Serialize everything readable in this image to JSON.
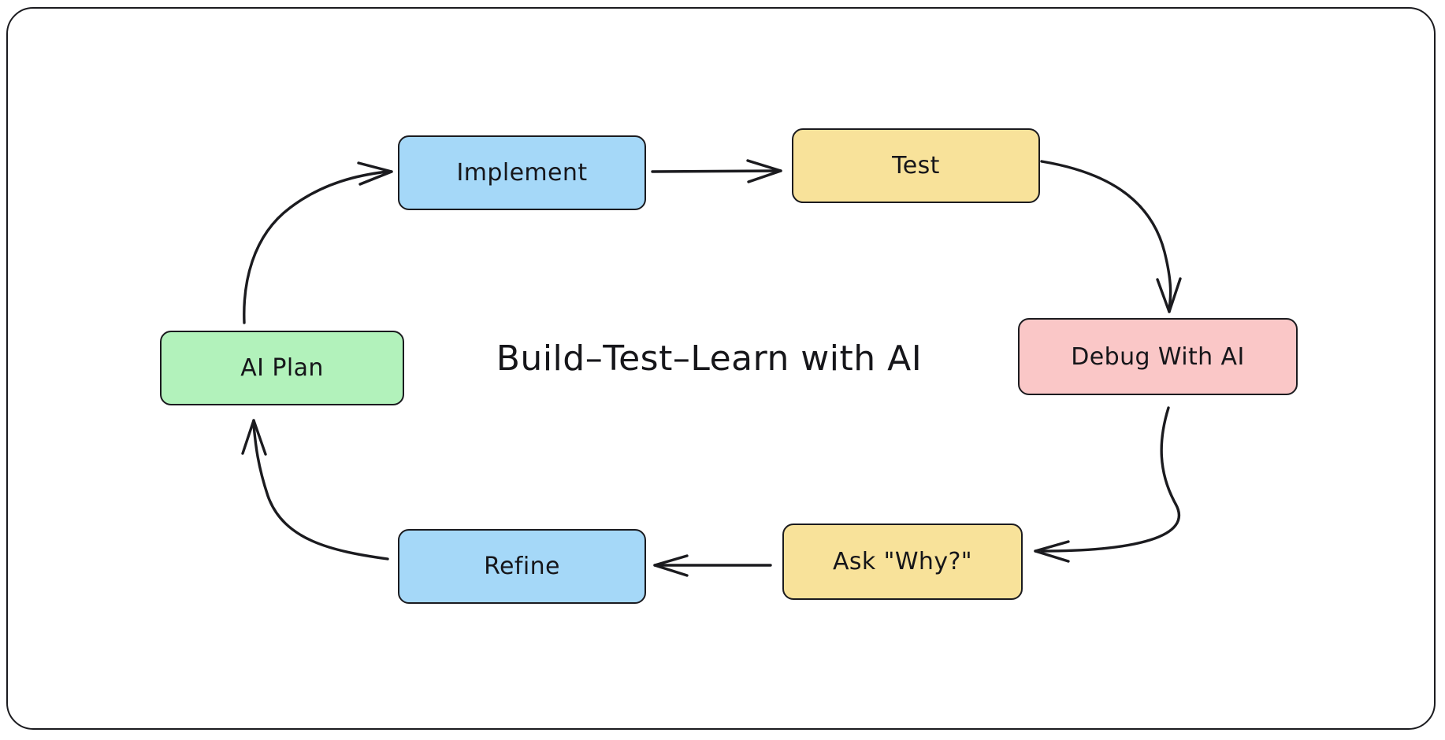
{
  "diagram": {
    "title": "Build–Test–Learn with AI",
    "frame": {
      "name": "outer-frame",
      "stroke": "#1b1b1f",
      "background": "#ffffff"
    },
    "style": "hand-drawn",
    "nodes": [
      {
        "id": "implement",
        "label": "Implement",
        "fill": "#a5d8f8",
        "stroke": "#1b1b1f"
      },
      {
        "id": "test",
        "label": "Test",
        "fill": "#f8e29a",
        "stroke": "#1b1b1f"
      },
      {
        "id": "debug",
        "label": "Debug With AI",
        "fill": "#fac7c7",
        "stroke": "#1b1b1f"
      },
      {
        "id": "ask",
        "label": "Ask \"Why?\"",
        "fill": "#f8e29a",
        "stroke": "#1b1b1f"
      },
      {
        "id": "refine",
        "label": "Refine",
        "fill": "#a5d8f8",
        "stroke": "#1b1b1f"
      },
      {
        "id": "aiplan",
        "label": "AI Plan",
        "fill": "#b2f2bb",
        "stroke": "#1b1b1f"
      }
    ],
    "edges": [
      {
        "id": "implement-to-test",
        "from": "implement",
        "to": "test",
        "label": "",
        "shape": "straight"
      },
      {
        "id": "test-to-debug",
        "from": "test",
        "to": "debug",
        "label": "",
        "shape": "curved"
      },
      {
        "id": "debug-to-ask",
        "from": "debug",
        "to": "ask",
        "label": "",
        "shape": "curved"
      },
      {
        "id": "ask-to-refine",
        "from": "ask",
        "to": "refine",
        "label": "",
        "shape": "straight"
      },
      {
        "id": "refine-to-aiplan",
        "from": "refine",
        "to": "aiplan",
        "label": "",
        "shape": "curved"
      },
      {
        "id": "aiplan-to-implement",
        "from": "aiplan",
        "to": "implement",
        "label": "",
        "shape": "curved"
      }
    ]
  }
}
